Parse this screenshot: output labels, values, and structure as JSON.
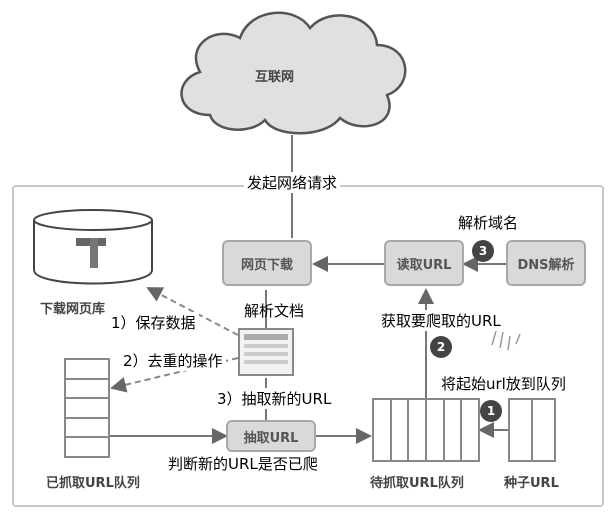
{
  "cloud": {
    "label": "互联网"
  },
  "edges": {
    "request": "发起网络请求",
    "resolve": "解析域名",
    "parse": "解析文档",
    "fetch_url": "获取要爬取的URL",
    "save": "1）保存数据",
    "dedupe": "2）去重的操作",
    "extract_new": "3）抽取新的URL",
    "put_seed": "将起始url放到队列",
    "check_new": "判断新的URL是否已爬"
  },
  "nodes": {
    "download": "网页下载",
    "read_url": "读取URL",
    "dns": "DNS解析",
    "extract": "抽取URL",
    "todo_queue": "待抓取URL队列",
    "seed": "种子URL",
    "done_queue": "已抓取URL队列",
    "storage": "下载网页库"
  },
  "steps": {
    "s1": "1",
    "s2": "2",
    "s3": "3"
  },
  "colors": {
    "box_fill": "#d9d9d9",
    "step_circle": "#444444",
    "frame": "#c8c8c8"
  }
}
